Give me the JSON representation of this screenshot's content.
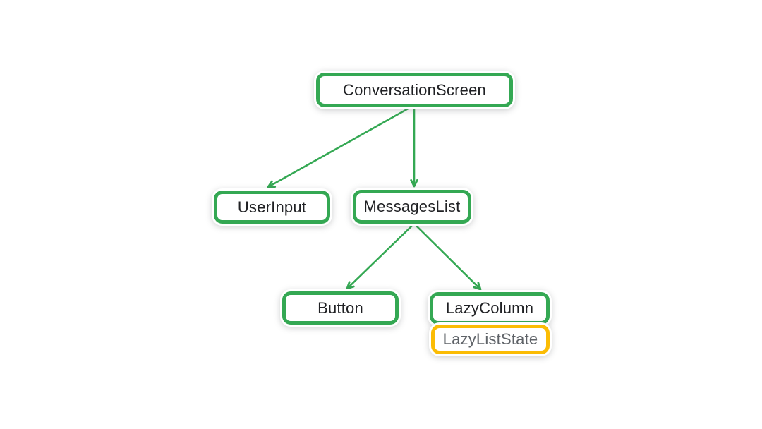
{
  "diagram": {
    "type": "tree",
    "nodes": {
      "conversation_screen": {
        "label": "ConversationScreen",
        "border_color": "#34A853",
        "text_color": "#202124"
      },
      "user_input": {
        "label": "UserInput",
        "border_color": "#34A853",
        "text_color": "#202124"
      },
      "messages_list": {
        "label": "MessagesList",
        "border_color": "#34A853",
        "text_color": "#202124"
      },
      "button": {
        "label": "Button",
        "border_color": "#34A853",
        "text_color": "#202124"
      },
      "lazy_column": {
        "label": "LazyColumn",
        "border_color": "#34A853",
        "text_color": "#202124"
      },
      "lazy_list_state": {
        "label": "LazyListState",
        "border_color": "#FBBC04",
        "text_color": "#5F6368",
        "attached_to": "LazyColumn"
      }
    },
    "edges": [
      {
        "from": "ConversationScreen",
        "to": "UserInput",
        "style": "arrow"
      },
      {
        "from": "ConversationScreen",
        "to": "MessagesList",
        "style": "arrow"
      },
      {
        "from": "MessagesList",
        "to": "Button",
        "style": "arrow"
      },
      {
        "from": "MessagesList",
        "to": "LazyColumn",
        "style": "arrow"
      }
    ],
    "colors": {
      "background": "#FFFFFF",
      "node_border_green": "#34A853",
      "state_border_yellow": "#FBBC04",
      "edge_green": "#34A853",
      "label_dark": "#202124",
      "state_label_gray": "#5F6368"
    }
  }
}
